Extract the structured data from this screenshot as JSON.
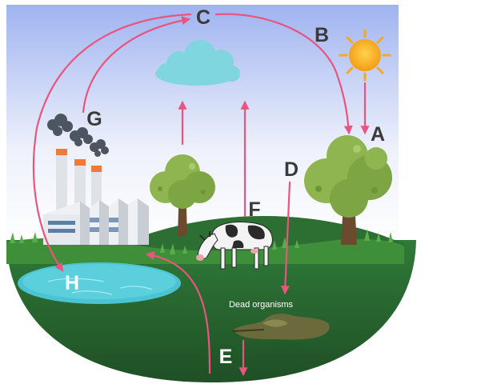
{
  "labels": {
    "a": "A",
    "b": "B",
    "c": "C",
    "d": "D",
    "e": "E",
    "f": "F",
    "g": "G",
    "h": "H"
  },
  "caption": "Dead organisms",
  "colors": {
    "arrow": "#e8557e",
    "sky_top": "#9fb3f0",
    "ground": "#2f6a35",
    "grass": "#3f8f3a",
    "pond": "#4cc3d3",
    "cloud": "#7fd6df",
    "sun": "#f7a81e"
  },
  "icons": [
    "sun-icon",
    "cloud-icon",
    "factory-icon",
    "smoke-icon",
    "tree-icon",
    "cow-icon",
    "pond-icon",
    "decomposing-matter-icon"
  ]
}
